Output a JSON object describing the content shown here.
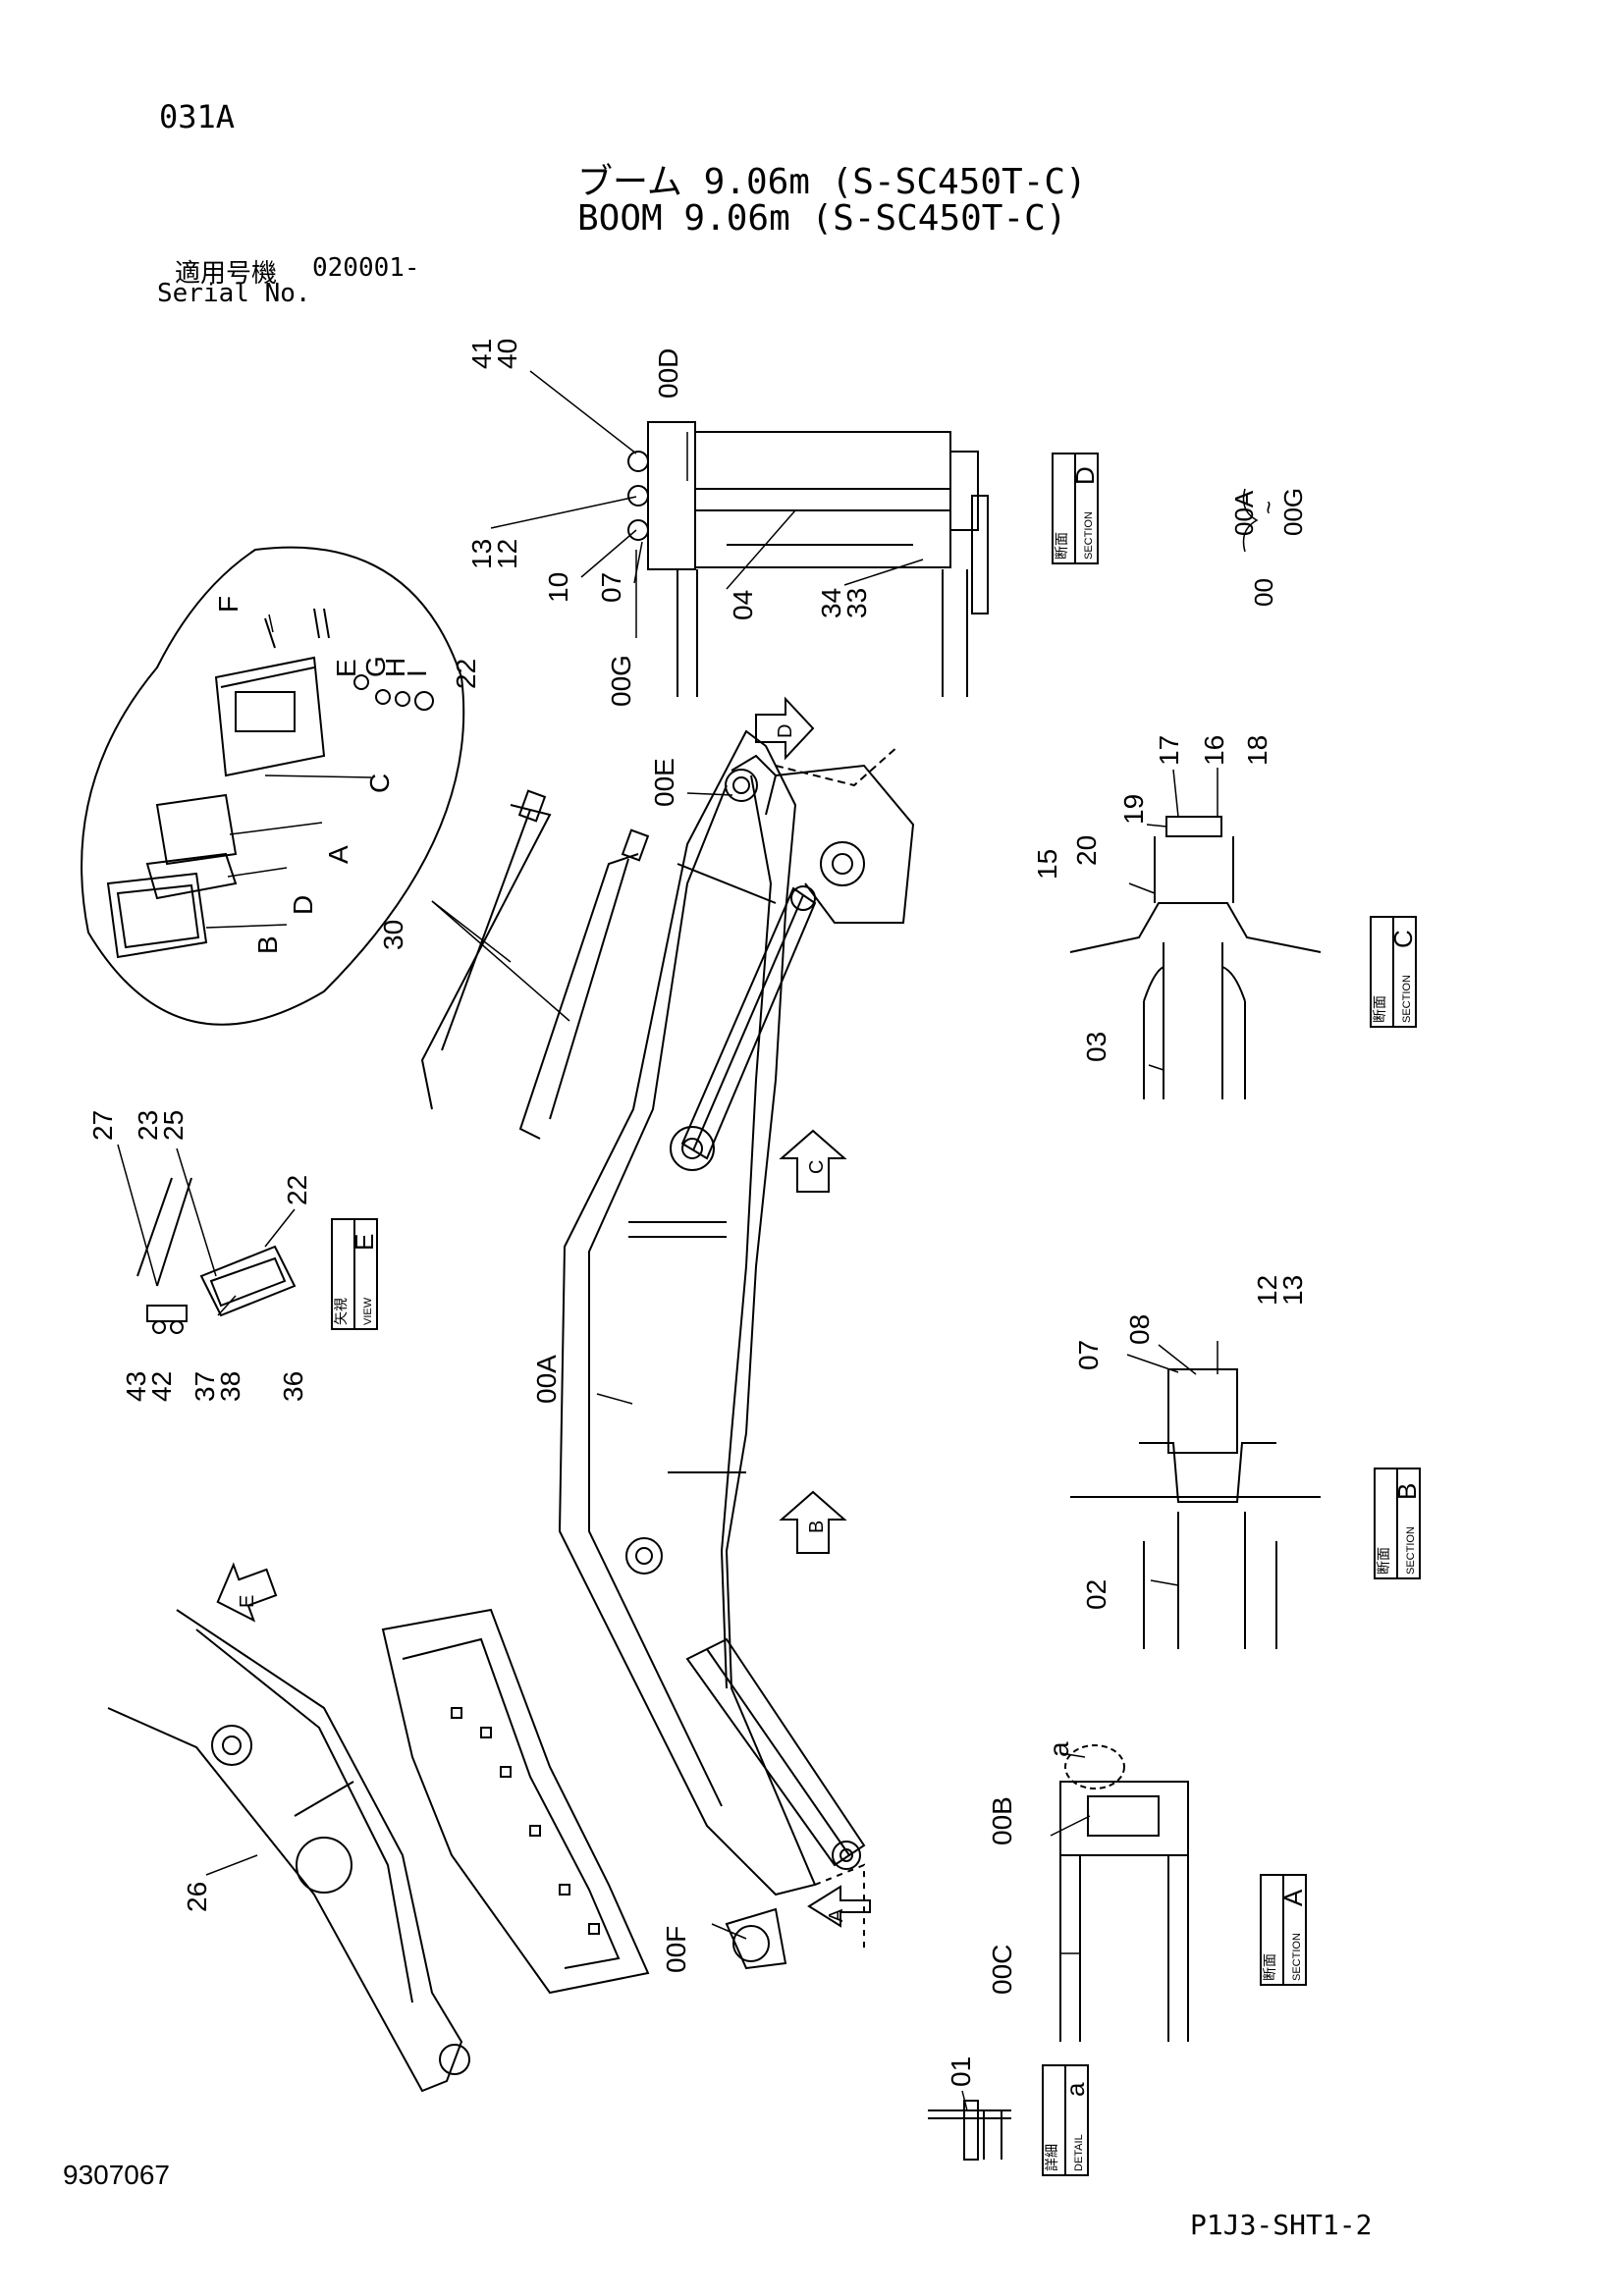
{
  "header": {
    "page_code": "031A",
    "title_jp": "ブーム 9.06m (S-SC450T-C)",
    "title_en": "BOOM 9.06m (S-SC450T-C)",
    "serial_label_jp": "適用号機",
    "serial_value": "020001-",
    "serial_label_en": "Serial No."
  },
  "footer": {
    "doc_number": "9307067",
    "sheet_id": "P1J3-SHT1-2"
  },
  "section_labels": {
    "section_d": {
      "jp": "断面",
      "en": "SECTION",
      "letter": "D"
    },
    "section_c": {
      "jp": "断面",
      "en": "SECTION",
      "letter": "C"
    },
    "section_b": {
      "jp": "断面",
      "en": "SECTION",
      "letter": "B"
    },
    "section_a": {
      "jp": "断面",
      "en": "SECTION",
      "letter": "A"
    },
    "view_e": {
      "jp": "矢視",
      "en": "VIEW",
      "letter": "E"
    },
    "detail_a": {
      "jp": "詳細",
      "en": "DETAIL",
      "letter": "a"
    }
  },
  "range_note": {
    "base": "00",
    "from": "00A",
    "tilde": "~",
    "to": "00G"
  },
  "arrows": {
    "a": "A",
    "b": "B",
    "c": "C",
    "d": "D",
    "e": "E"
  },
  "callouts": {
    "c41": "41",
    "c40": "40",
    "c00D": "00D",
    "c13": "13",
    "c12": "12",
    "c10": "10",
    "c07_top": "07",
    "c04": "04",
    "c34": "34",
    "c33": "33",
    "c00G": "00G",
    "cF": "F",
    "cE": "E",
    "cG": "G",
    "cH": "H",
    "cI": "I",
    "c22_top": "22",
    "cC": "C",
    "cA": "A",
    "cD": "D",
    "cB": "B",
    "c30": "30",
    "c00E": "00E",
    "c17": "17",
    "c16": "16",
    "c18": "18",
    "c19": "19",
    "c20": "20",
    "c15": "15",
    "c03": "03",
    "c27": "27",
    "c23": "23",
    "c25": "25",
    "c22_view": "22",
    "c43": "43",
    "c42": "42",
    "c37": "37",
    "c38": "38",
    "c36": "36",
    "c00A": "00A",
    "c08": "08",
    "c07_b": "07",
    "c12_b": "12",
    "c13_b": "13",
    "c02": "02",
    "c26": "26",
    "c00F": "00F",
    "c_a": "a",
    "c00B": "00B",
    "c00C": "00C",
    "c01": "01"
  }
}
